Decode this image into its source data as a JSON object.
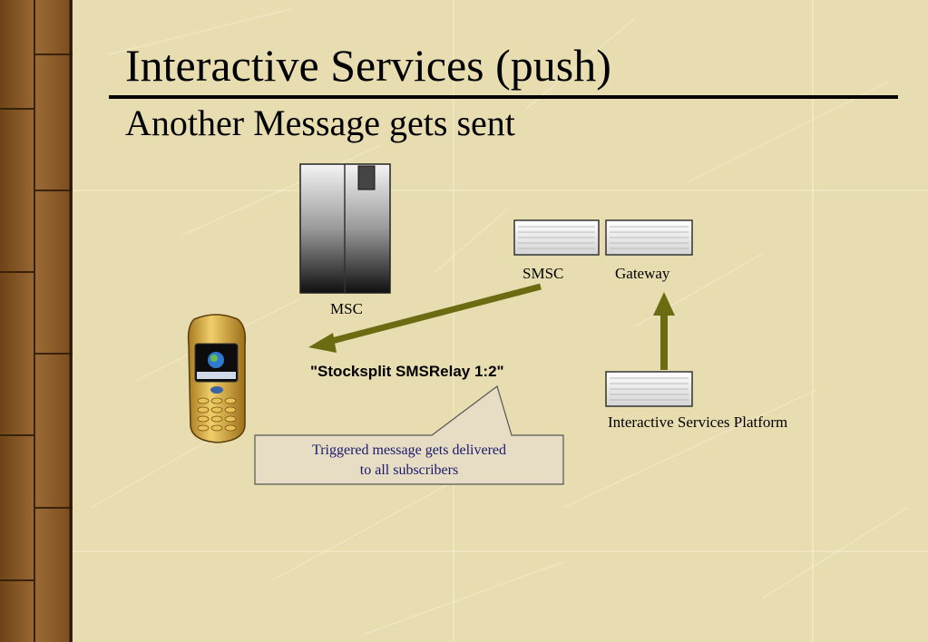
{
  "slide": {
    "title": "Interactive Services (push)",
    "subtitle": "Another Message gets sent"
  },
  "nodes": {
    "msc": "MSC",
    "smsc": "SMSC",
    "gateway": "Gateway",
    "platform": "Interactive Services Platform"
  },
  "message": "\"Stocksplit SMSRelay 1:2\"",
  "callout": {
    "line1": "Triggered message gets delivered",
    "line2": "to all subscribers"
  },
  "colors": {
    "background": "#e8ddb0",
    "wood": "#8a5a2a",
    "arrow": "#6b6b12",
    "callout_fill": "#e7dcc4",
    "callout_text": "#1a1a6e"
  }
}
